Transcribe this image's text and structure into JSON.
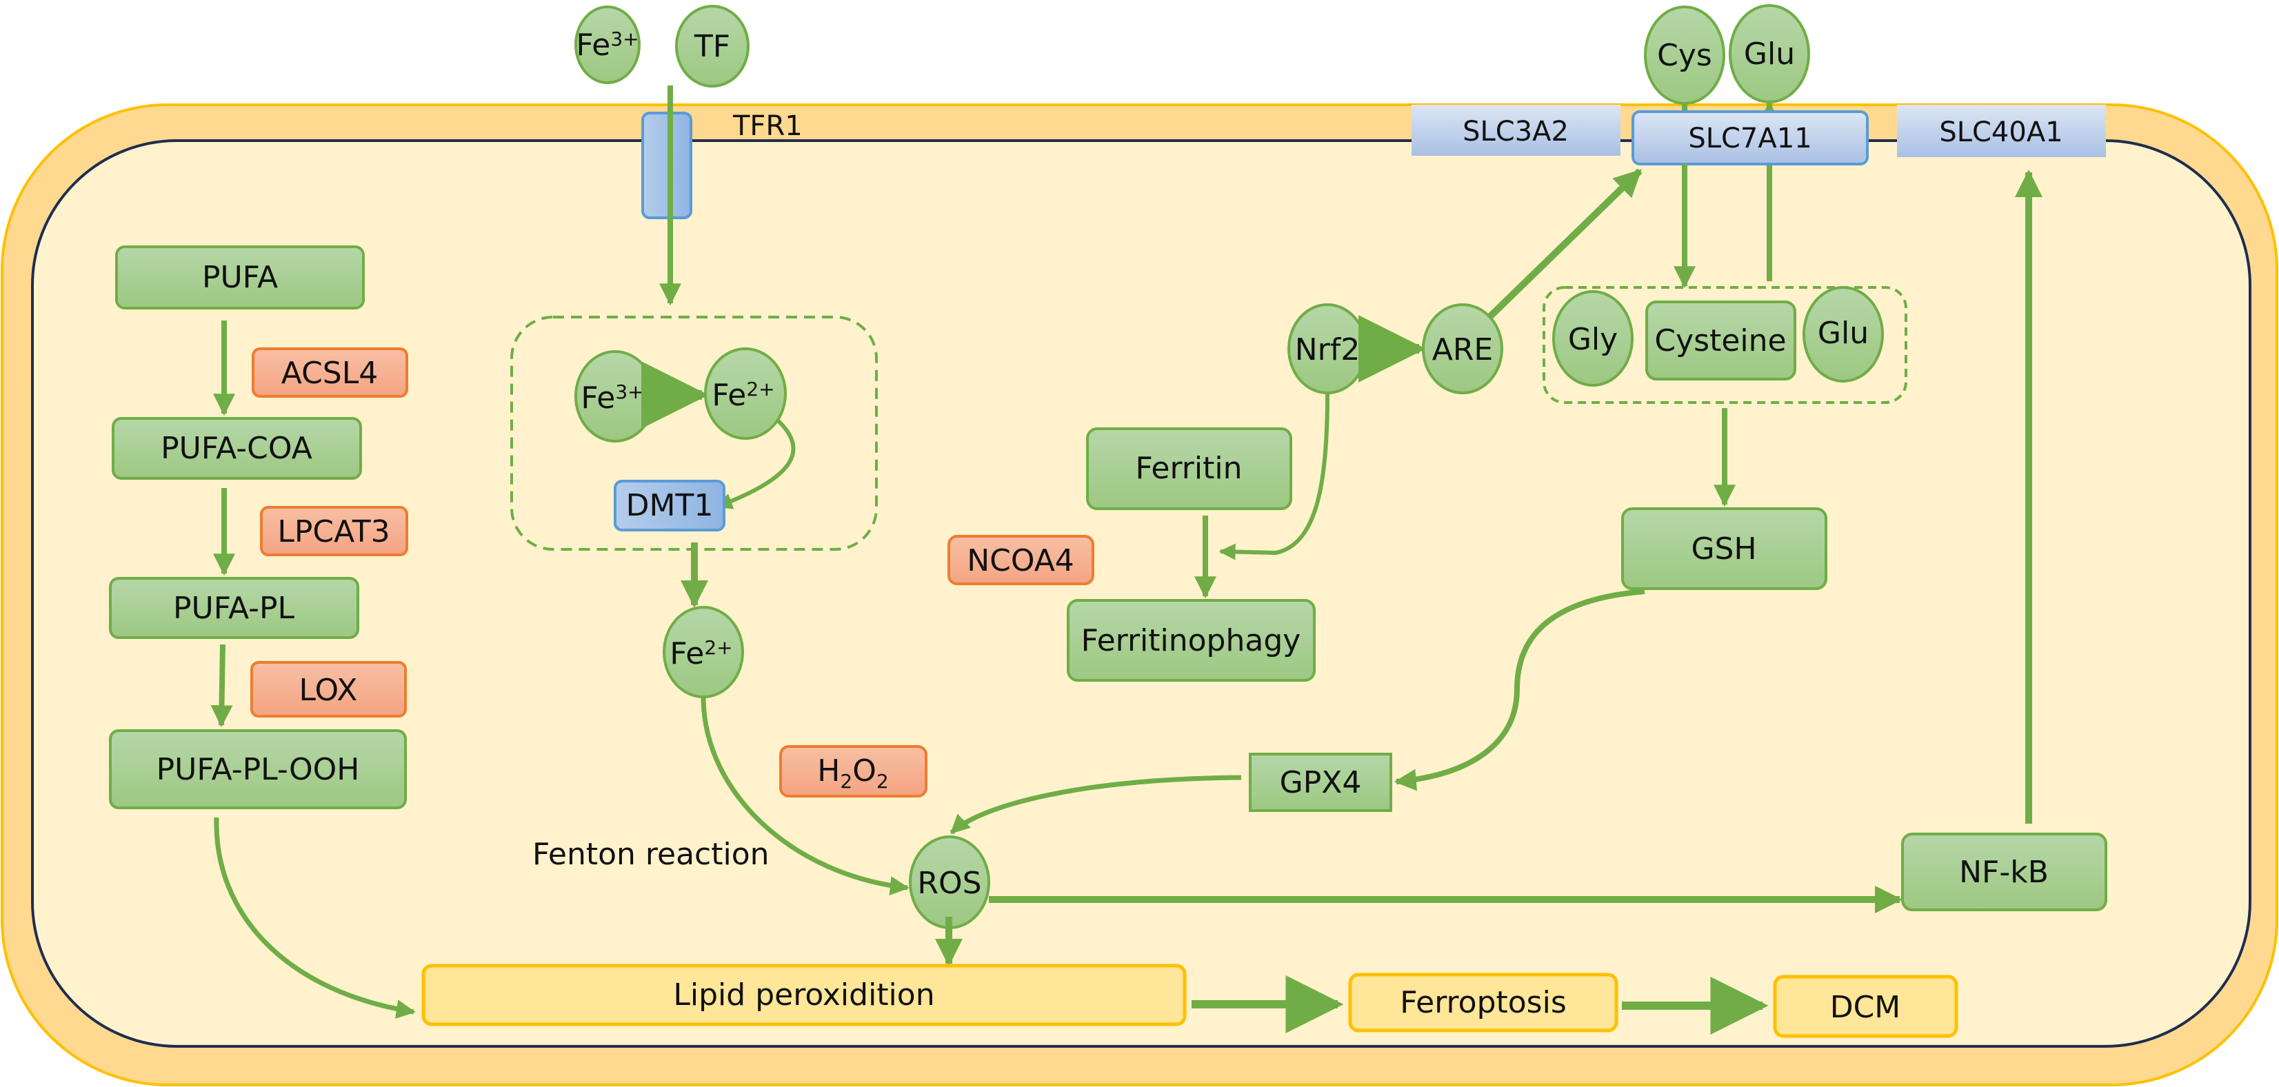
{
  "title": "Ferroptosis signaling pathway in DCM",
  "colors": {
    "membrane_outer": "#FFD98C",
    "membrane_border": "#FFC000",
    "cytoplasm": "#FFF2CC",
    "inner_line": "#1F2D4F",
    "green_fill": "#A9D18E",
    "green_stroke": "#70AD47",
    "blue_fill": "#9DC3E6",
    "blue_stroke": "#5B9BD5",
    "red_fill": "#F4B183",
    "red_stroke": "#ED7D31",
    "yellow_fill": "#FFE699",
    "yellow_stroke": "#FFC000",
    "arrow": "#70AD47"
  },
  "extracellular": {
    "fe3_base": "Fe",
    "fe3_charge": "3+",
    "tf": "TF",
    "cys": "Cys",
    "glu": "Glu"
  },
  "membrane": {
    "tfr1": "TFR1",
    "slc3a2": "SLC3A2",
    "slc7a11": "SLC7A11",
    "slc40a1": "SLC40A1"
  },
  "lipid_pathway": {
    "pufa": "PUFA",
    "acsl4": "ACSL4",
    "pufa_coa": "PUFA-COA",
    "lpcat3": "LPCAT3",
    "pufa_pl": "PUFA-PL",
    "lox": "LOX",
    "pufa_pl_ooh": "PUFA-PL-OOH"
  },
  "iron_pathway": {
    "fe3_base": "Fe",
    "fe3_charge": "3+",
    "fe2_base": "Fe",
    "fe2_charge": "2+",
    "dmt1": "DMT1",
    "fe2_free_base": "Fe",
    "fe2_free_charge": "2+",
    "h2o2_h": "H",
    "h2o2_sub1": "2",
    "h2o2_o": "O",
    "h2o2_sub2": "2",
    "fenton": "Fenton reaction",
    "ros": "ROS"
  },
  "ferritin_pathway": {
    "ferritin": "Ferritin",
    "ncoa4": "NCOA4",
    "ferritinophagy": "Ferritinophagy",
    "nrf2": "Nrf2",
    "are": "ARE"
  },
  "gsh_pathway": {
    "gly": "Gly",
    "cysteine": "Cysteine",
    "glu": "Glu",
    "gsh": "GSH",
    "gpx4": "GPX4",
    "nfkb": "NF-kB"
  },
  "outcome": {
    "lipid_peroxidation": "Lipid peroxidition",
    "ferroptosis": "Ferroptosis",
    "dcm": "DCM"
  }
}
